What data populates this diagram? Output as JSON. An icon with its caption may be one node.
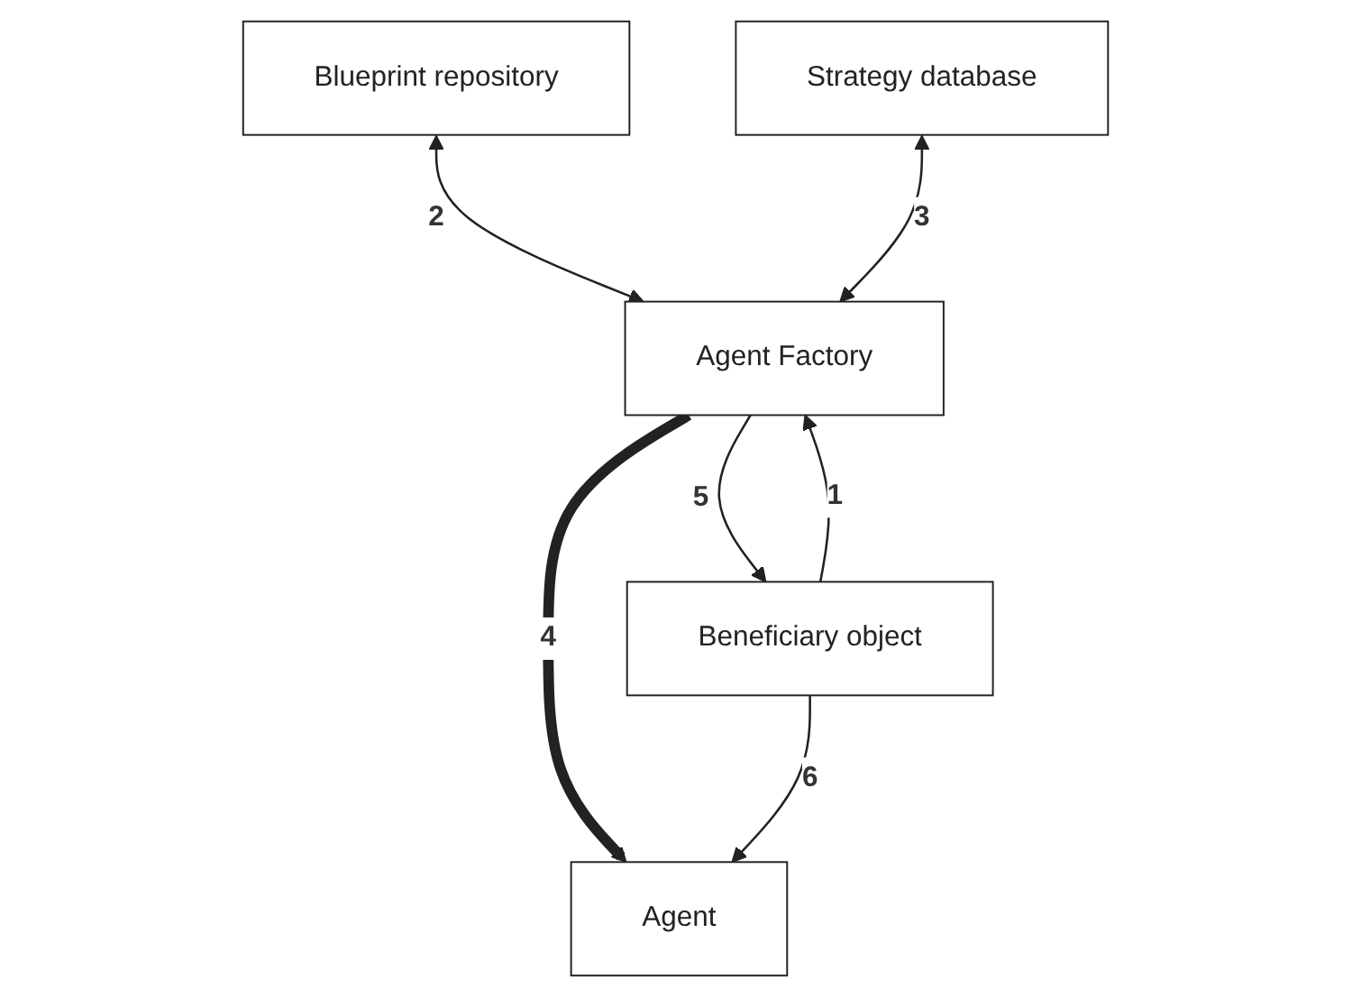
{
  "diagram": {
    "nodes": [
      {
        "text": [
          "Blueprint repository"
        ]
      },
      {
        "text": [
          "Strategy database"
        ]
      },
      {
        "text": [
          "Agent Factory"
        ]
      },
      {
        "text": [
          "Beneficiary object"
        ]
      },
      {
        "text": [
          "Agent"
        ]
      }
    ],
    "edges": [
      {
        "from": 3,
        "to": 2,
        "arrow": "to",
        "label": "1"
      },
      {
        "from": 0,
        "to": 2,
        "arrow": "both",
        "label": "2"
      },
      {
        "from": 1,
        "to": 2,
        "arrow": "both",
        "label": "3"
      },
      {
        "from": 2,
        "to": 4,
        "arrow": "to",
        "label": "4",
        "style": "thick"
      },
      {
        "from": 2,
        "to": 3,
        "arrow": "to",
        "label": "5"
      },
      {
        "from": 3,
        "to": 4,
        "arrow": "to",
        "label": "6"
      }
    ]
  }
}
